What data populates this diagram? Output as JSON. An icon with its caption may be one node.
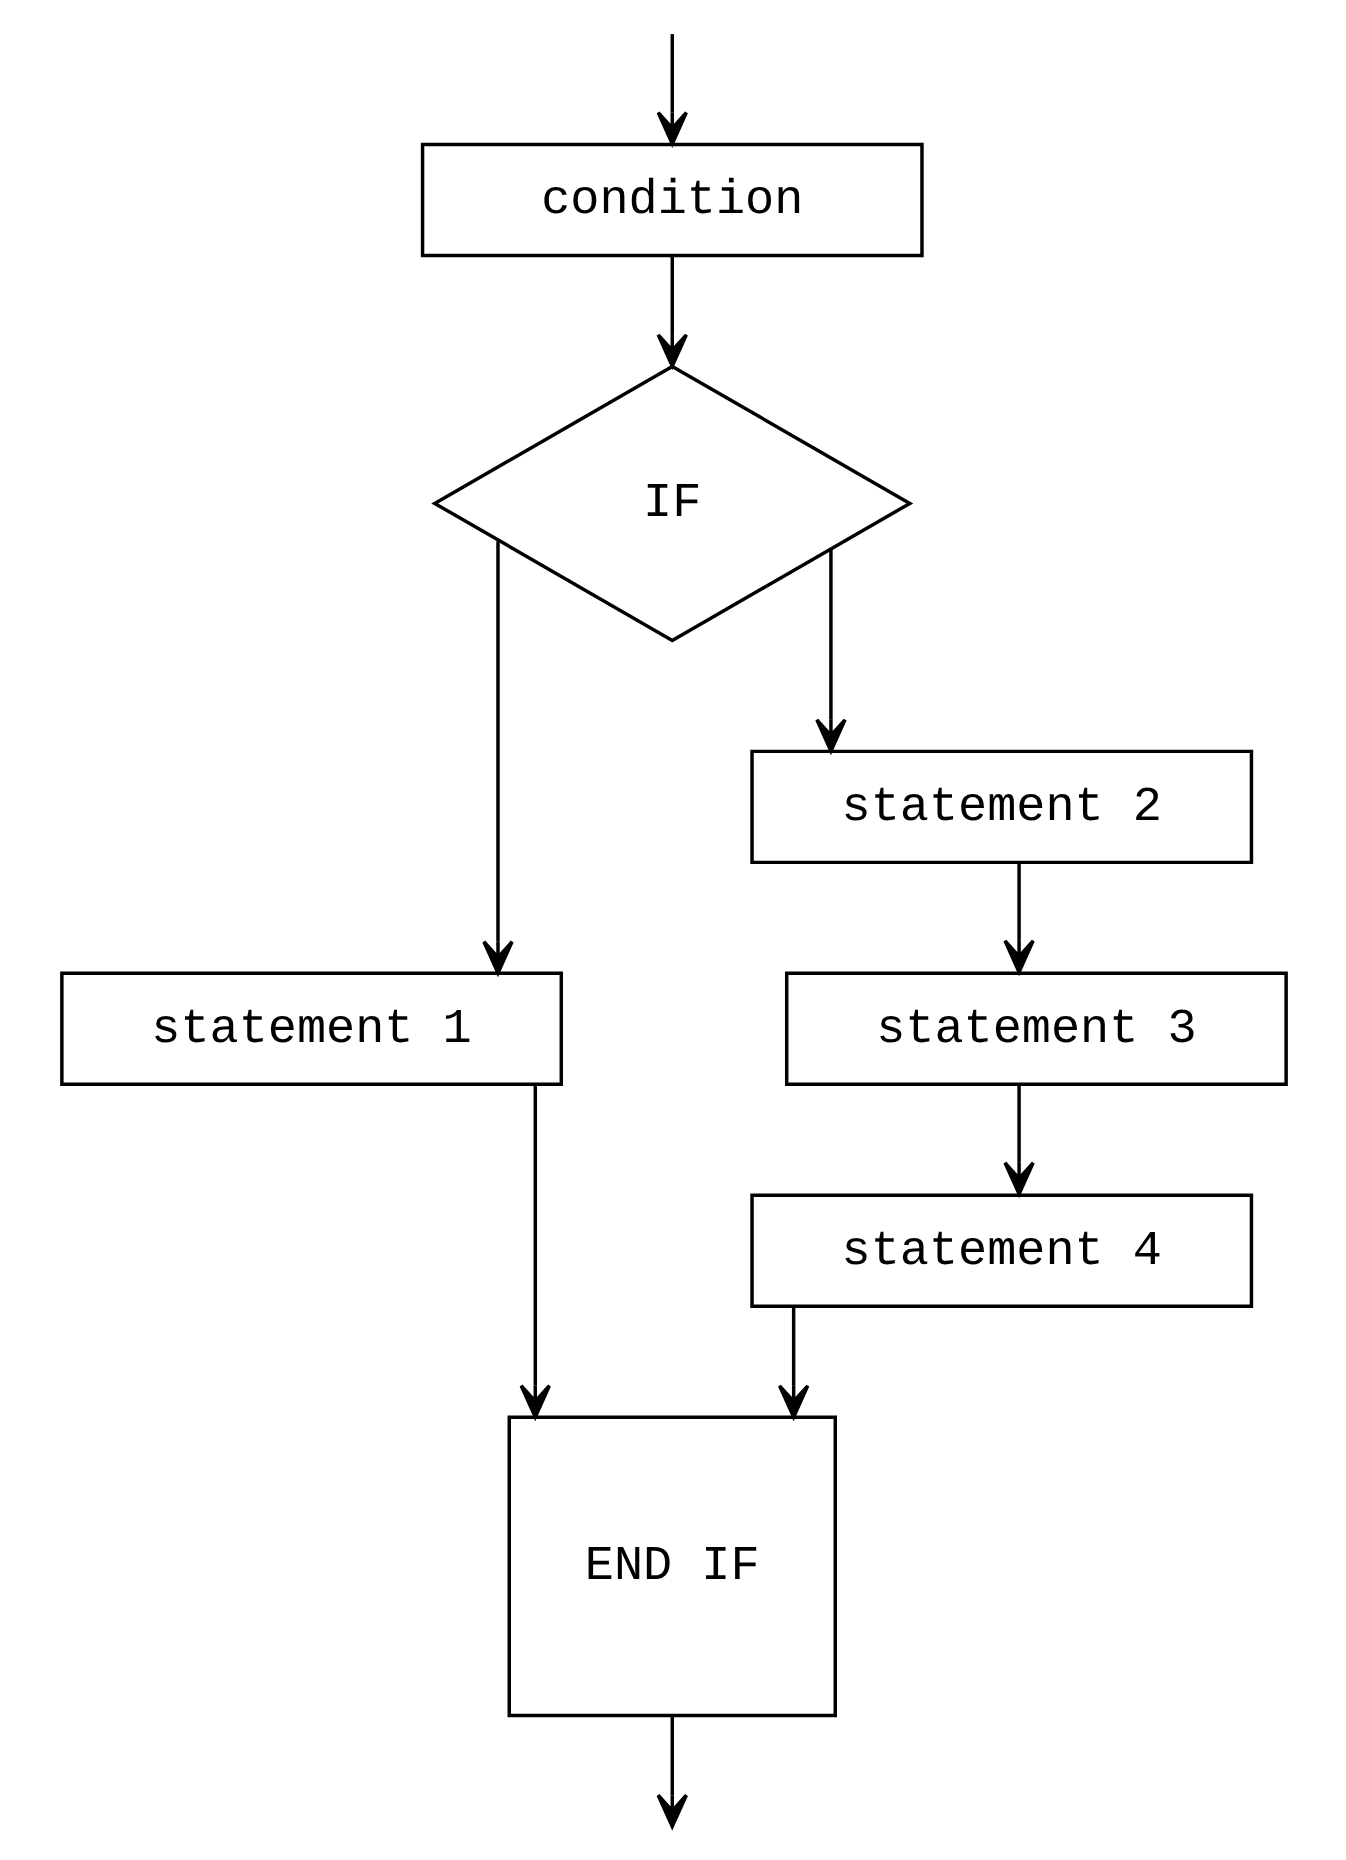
{
  "diagram": {
    "nodes": [
      {
        "text": [
          "condition"
        ]
      },
      {
        "text": [
          "IF"
        ]
      },
      {
        "text": [
          "statement 1"
        ]
      },
      {
        "text": [
          "statement 2"
        ]
      },
      {
        "text": [
          "statement 3"
        ]
      },
      {
        "text": [
          "statement 4"
        ]
      },
      {
        "text": [
          "END IF"
        ]
      }
    ],
    "edges": [
      {
        "from": null,
        "to": 0,
        "arrow": "to"
      },
      {
        "from": 0,
        "to": 1,
        "arrow": "to"
      },
      {
        "from": 1,
        "to": 2,
        "arrow": "to"
      },
      {
        "from": 1,
        "to": 3,
        "arrow": "to"
      },
      {
        "from": 3,
        "to": 4,
        "arrow": "to"
      },
      {
        "from": 4,
        "to": 5,
        "arrow": "to"
      },
      {
        "from": 2,
        "to": 6,
        "arrow": "to"
      },
      {
        "from": 5,
        "to": 6,
        "arrow": "to"
      },
      {
        "from": 6,
        "to": null,
        "arrow": "to"
      }
    ]
  }
}
